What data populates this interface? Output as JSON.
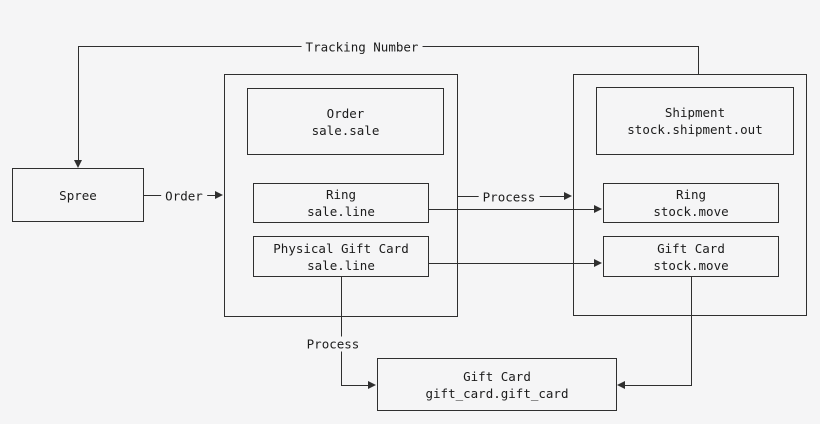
{
  "diagram": {
    "background_color": "#f5f5f6",
    "line_color": "#2f2f2f",
    "text_color": "#1c1c1c",
    "nodes": {
      "spree": {
        "title": "Spree"
      },
      "order_sale": {
        "title": "Order",
        "subtitle": "sale.sale"
      },
      "ring_sale": {
        "title": "Ring",
        "subtitle": "sale.line"
      },
      "physical_gift_card_sale": {
        "title": "Physical Gift Card",
        "subtitle": "sale.line"
      },
      "shipment": {
        "title": "Shipment",
        "subtitle": "stock.shipment.out"
      },
      "ring_stock": {
        "title": "Ring",
        "subtitle": "stock.move"
      },
      "gift_card_stock": {
        "title": "Gift Card",
        "subtitle": "stock.move"
      },
      "gift_card": {
        "title": "Gift Card",
        "subtitle": "gift_card.gift_card"
      }
    },
    "edges": [
      {
        "from": "stock_group",
        "to": "spree",
        "label": "Tracking Number"
      },
      {
        "from": "spree",
        "to": "sale_group",
        "label": "Order"
      },
      {
        "from": "sale_group",
        "to": "stock_group",
        "label": "Process"
      },
      {
        "from": "ring_sale",
        "to": "ring_stock",
        "label": ""
      },
      {
        "from": "physical_gift_card_sale",
        "to": "gift_card_stock",
        "label": ""
      },
      {
        "from": "physical_gift_card_sale",
        "to": "gift_card",
        "label": "Process"
      },
      {
        "from": "gift_card_stock",
        "to": "gift_card",
        "label": ""
      }
    ]
  }
}
